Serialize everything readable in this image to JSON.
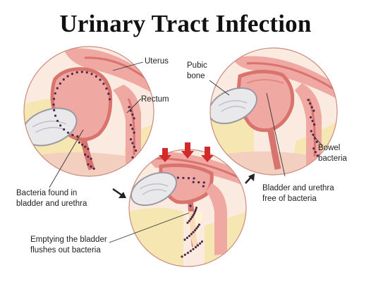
{
  "title": "Urinary Tract Infection",
  "labels": {
    "uterus": "Uterus",
    "rectum": "Rectum",
    "bacteria_found_1": "Bacteria found in",
    "bacteria_found_2": "bladder and urethra",
    "emptying_1": "Emptying the bladder",
    "emptying_2": "flushes out bacteria",
    "pubic_1": "Pubic",
    "pubic_2": "bone",
    "free_1": "Bladder and urethra",
    "free_2": "free of bacteria",
    "bowel_1": "Bowel",
    "bowel_2": "bacteria"
  },
  "colors": {
    "tissue_pink": "#f0a8a3",
    "tissue_deep": "#d9736e",
    "fat_yellow": "#f6e6b1",
    "bone_gray": "#e9e9ec",
    "bacteria": "#4a2a4a",
    "arrow_red": "#d22a2a"
  },
  "icons": [
    "flow-arrow-icon",
    "flow-arrow-icon",
    "pressure-arrow-icon"
  ]
}
